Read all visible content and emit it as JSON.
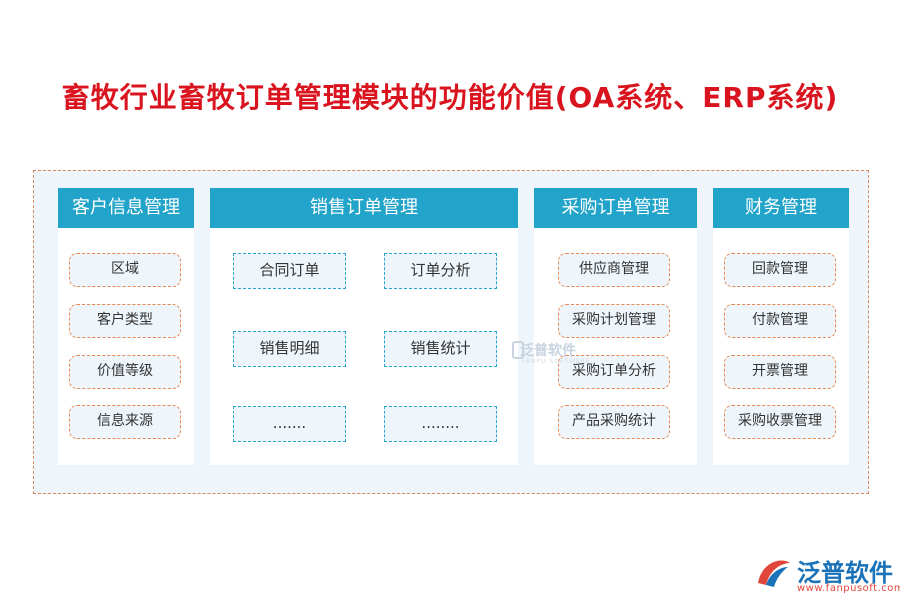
{
  "title": "畜牧行业畜牧订单管理模块的功能价值(OA系统、ERP系统)",
  "columns": [
    {
      "header": "客户信息管理",
      "items": [
        "区域",
        "客户类型",
        "价值等级",
        "信息来源"
      ]
    },
    {
      "header": "销售订单管理",
      "items": [
        "合同订单",
        "订单分析",
        "销售明细",
        "销售统计",
        ".......",
        "........"
      ]
    },
    {
      "header": "采购订单管理",
      "items": [
        "供应商管理",
        "采购计划管理",
        "采购订单分析",
        "产品采购统计"
      ]
    },
    {
      "header": "财务管理",
      "items": [
        "回款管理",
        "付款管理",
        "开票管理",
        "采购收票管理"
      ]
    }
  ],
  "watermark": {
    "text": "泛普软件",
    "sub": "FANPU SOFTWARE"
  },
  "logo": {
    "name": "泛普软件",
    "url": "www.fanpusoft.com"
  },
  "colors": {
    "title": "#d9141e",
    "header": "#22a3c9",
    "pill_border": "#e8874e",
    "box_border": "#27a4cf",
    "panel": "#eef5fb"
  }
}
